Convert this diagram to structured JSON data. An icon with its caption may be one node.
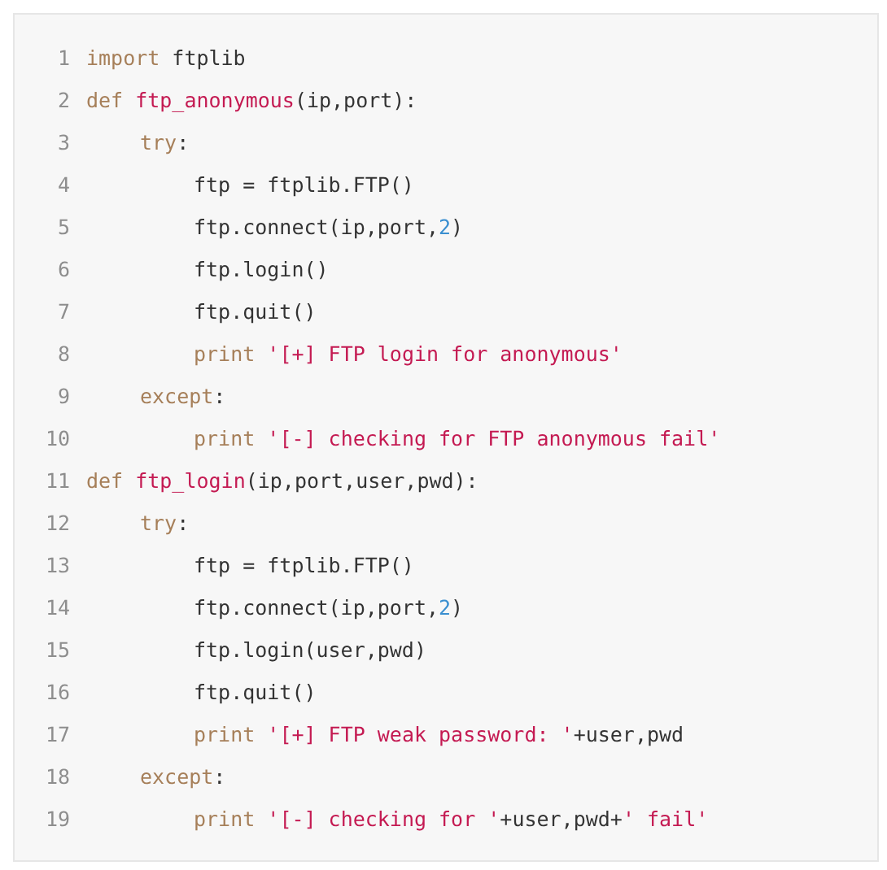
{
  "diagram": {
    "labels": [
      "1",
      "import ftplib",
      "2",
      "def ftp_anonymous(ip,port):",
      "3",
      "try:",
      "4",
      "ftp = ftplib.FTP()",
      "5",
      "ftp.connect(ip,port,2)",
      "6",
      "ftp.login()",
      "7",
      "ftp.quit()",
      "8",
      "print '[+] FTP login for anonymous'",
      "9",
      "except:",
      "10",
      "print '[-] checking for FTP anonymous fail'",
      "11",
      "def ftp_login(ip,port,user,pwd):",
      "12",
      "try:",
      "13",
      "ftp = ftplib.FTP()",
      "14",
      "ftp.connect(ip,port,2)",
      "15",
      "ftp.login(user,pwd)",
      "16",
      "ftp.quit()",
      "17",
      "print '[+] FTP weak password: '+user,pwd",
      "18",
      "except:",
      "19",
      "print '[-] checking for '+user,pwd+' fail'"
    ]
  }
}
